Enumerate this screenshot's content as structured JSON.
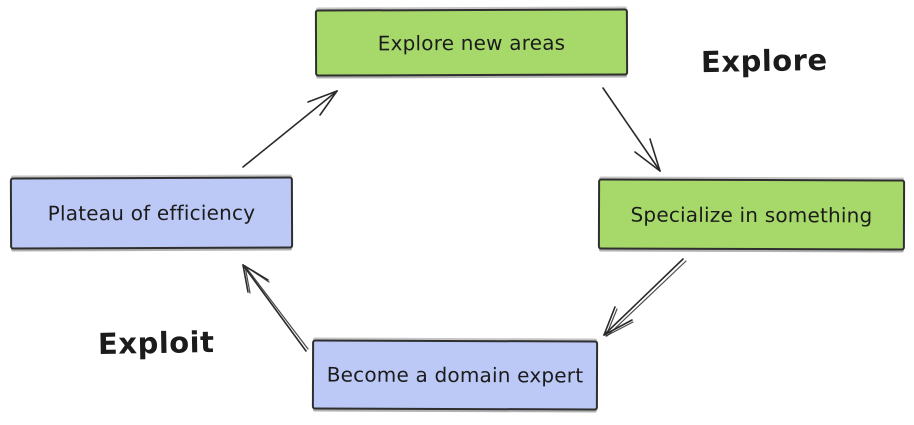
{
  "nodes": {
    "explore_new_areas": {
      "label": "Explore new areas",
      "color": "#a7d96a"
    },
    "specialize": {
      "label": "Specialize in something",
      "color": "#a7d96a"
    },
    "domain_expert": {
      "label": "Become a domain expert",
      "color": "#bcc8f5"
    },
    "plateau": {
      "label": "Plateau of efficiency",
      "color": "#bcc8f5"
    }
  },
  "annotations": {
    "explore": "Explore",
    "exploit": "Exploit"
  },
  "edges": [
    {
      "from": "plateau",
      "to": "explore_new_areas",
      "stroke_style": "single"
    },
    {
      "from": "explore_new_areas",
      "to": "specialize",
      "stroke_style": "single"
    },
    {
      "from": "specialize",
      "to": "domain_expert",
      "stroke_style": "double"
    },
    {
      "from": "domain_expert",
      "to": "plateau",
      "stroke_style": "double"
    }
  ],
  "colors": {
    "background": "#ffffff",
    "node_green": "#a7d96a",
    "node_blue": "#bcc8f5",
    "border": "#2f2f2f",
    "arrow": "#2a2a2a",
    "text": "#1b1b1b"
  }
}
